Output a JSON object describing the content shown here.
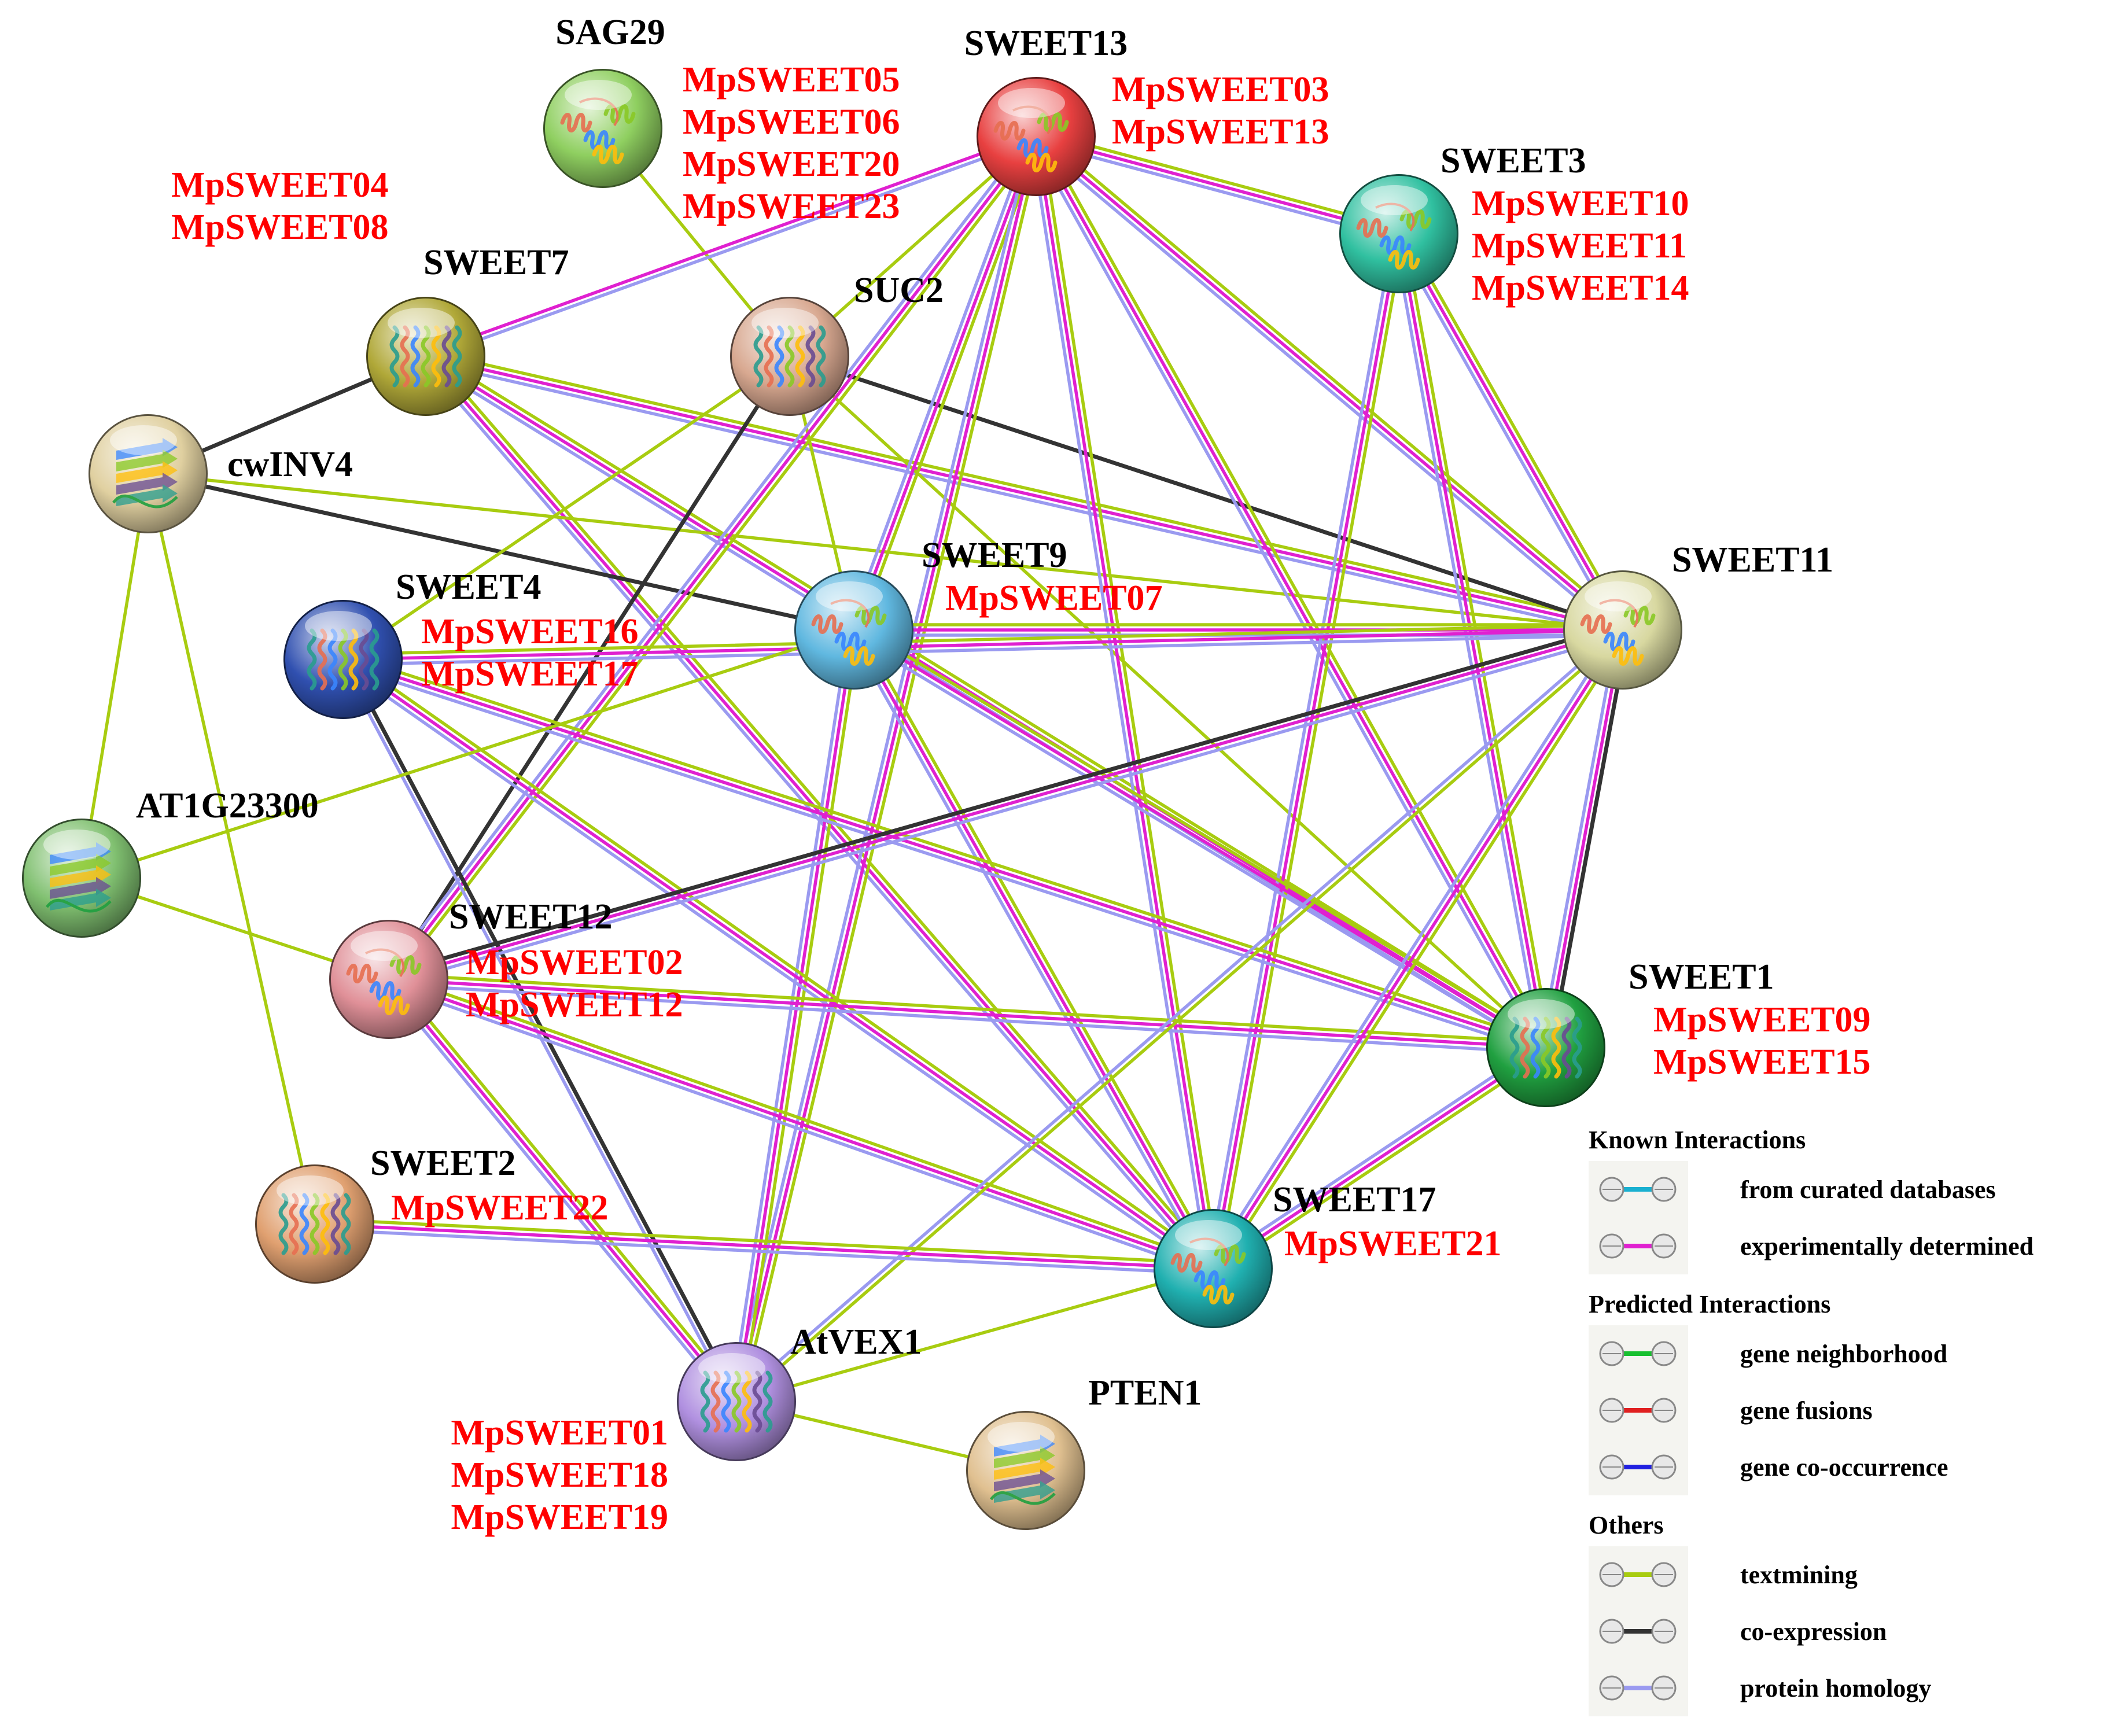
{
  "colors": {
    "curated": "#1ab0d0",
    "experimental": "#e020d0",
    "neighborhood": "#18c030",
    "fusion": "#e02020",
    "cooccurrence": "#2020e0",
    "textmining": "#a8cc10",
    "coexpression": "#333333",
    "homology": "#9a9af0"
  },
  "nodes": [
    {
      "id": "SAG29",
      "label": "SAG29",
      "mp": [
        "MpSWEET05",
        "MpSWEET06",
        "MpSWEET20",
        "MpSWEET23"
      ],
      "color": "#8fcf60",
      "structure": "helix"
    },
    {
      "id": "SWEET13",
      "label": "SWEET13",
      "mp": [
        "MpSWEET03",
        "MpSWEET13"
      ],
      "color": "#e84040",
      "structure": "helix"
    },
    {
      "id": "SWEET3",
      "label": "SWEET3",
      "mp": [
        "MpSWEET10",
        "MpSWEET11",
        "MpSWEET14"
      ],
      "color": "#30c0a0",
      "structure": "helix"
    },
    {
      "id": "SWEET7",
      "label": "SWEET7",
      "mp": [
        "MpSWEET04",
        "MpSWEET08"
      ],
      "color": "#b0a838",
      "structure": "bundle"
    },
    {
      "id": "SUC2",
      "label": "SUC2",
      "mp": [],
      "color": "#d8a890",
      "structure": "bundle"
    },
    {
      "id": "cwINV4",
      "label": "cwINV4",
      "mp": [],
      "color": "#e0d0a0",
      "structure": "sheet"
    },
    {
      "id": "SWEET9",
      "label": "SWEET9",
      "mp": [
        "MpSWEET07"
      ],
      "color": "#60b8e0",
      "structure": "helix"
    },
    {
      "id": "SWEET11",
      "label": "SWEET11",
      "mp": [],
      "color": "#d8d8a0",
      "structure": "helix"
    },
    {
      "id": "SWEET4",
      "label": "SWEET4",
      "mp": [
        "MpSWEET16",
        "MpSWEET17"
      ],
      "color": "#3050b0",
      "structure": "bundle"
    },
    {
      "id": "AT1G23300",
      "label": "AT1G23300",
      "mp": [],
      "color": "#80c070",
      "structure": "sheet"
    },
    {
      "id": "SWEET12",
      "label": "SWEET12",
      "mp": [
        "MpSWEET02",
        "MpSWEET12"
      ],
      "color": "#e09098",
      "structure": "helix"
    },
    {
      "id": "SWEET1",
      "label": "SWEET1",
      "mp": [
        "MpSWEET09",
        "MpSWEET15"
      ],
      "color": "#20a040",
      "structure": "bundle"
    },
    {
      "id": "SWEET2",
      "label": "SWEET2",
      "mp": [
        "MpSWEET22"
      ],
      "color": "#e0a070",
      "structure": "bundle"
    },
    {
      "id": "SWEET17",
      "label": "SWEET17",
      "mp": [
        "MpSWEET21"
      ],
      "color": "#20b0b0",
      "structure": "helix"
    },
    {
      "id": "AtVEX1",
      "label": "AtVEX1",
      "mp": [
        "MpSWEET01",
        "MpSWEET18",
        "MpSWEET19"
      ],
      "color": "#b090e0",
      "structure": "bundle"
    },
    {
      "id": "PTEN1",
      "label": "PTEN1",
      "mp": [],
      "color": "#e0c090",
      "structure": "sheet"
    }
  ],
  "edges": [
    {
      "a": "SAG29",
      "b": "SUC2",
      "types": [
        "textmining"
      ]
    },
    {
      "a": "SWEET7",
      "b": "SWEET13",
      "types": [
        "experimental",
        "homology"
      ]
    },
    {
      "a": "SWEET7",
      "b": "SWEET11",
      "types": [
        "textmining",
        "experimental",
        "homology"
      ]
    },
    {
      "a": "SWEET7",
      "b": "SWEET1",
      "types": [
        "textmining",
        "experimental",
        "homology"
      ]
    },
    {
      "a": "SWEET7",
      "b": "SWEET17",
      "types": [
        "textmining",
        "experimental",
        "homology"
      ]
    },
    {
      "a": "SWEET7",
      "b": "cwINV4",
      "types": [
        "coexpression"
      ]
    },
    {
      "a": "cwINV4",
      "b": "SWEET11",
      "types": [
        "textmining"
      ]
    },
    {
      "a": "cwINV4",
      "b": "SWEET9",
      "types": [
        "coexpression"
      ]
    },
    {
      "a": "cwINV4",
      "b": "AT1G23300",
      "types": [
        "textmining"
      ]
    },
    {
      "a": "cwINV4",
      "b": "SWEET2",
      "types": [
        "textmining"
      ]
    },
    {
      "a": "SUC2",
      "b": "SWEET13",
      "types": [
        "textmining"
      ]
    },
    {
      "a": "SUC2",
      "b": "SWEET11",
      "types": [
        "coexpression"
      ]
    },
    {
      "a": "SUC2",
      "b": "SWEET9",
      "types": [
        "textmining"
      ]
    },
    {
      "a": "SUC2",
      "b": "SWEET4",
      "types": [
        "textmining"
      ]
    },
    {
      "a": "SUC2",
      "b": "SWEET12",
      "types": [
        "coexpression"
      ]
    },
    {
      "a": "SUC2",
      "b": "SWEET1",
      "types": [
        "textmining"
      ]
    },
    {
      "a": "SWEET13",
      "b": "SWEET3",
      "types": [
        "textmining",
        "experimental",
        "homology"
      ]
    },
    {
      "a": "SWEET13",
      "b": "SWEET11",
      "types": [
        "textmining",
        "experimental",
        "homology"
      ]
    },
    {
      "a": "SWEET13",
      "b": "SWEET9",
      "types": [
        "textmining",
        "experimental",
        "homology"
      ]
    },
    {
      "a": "SWEET13",
      "b": "SWEET1",
      "types": [
        "textmining",
        "experimental",
        "homology"
      ]
    },
    {
      "a": "SWEET13",
      "b": "SWEET17",
      "types": [
        "textmining",
        "experimental",
        "homology"
      ]
    },
    {
      "a": "SWEET13",
      "b": "SWEET12",
      "types": [
        "textmining",
        "experimental",
        "homology"
      ]
    },
    {
      "a": "SWEET13",
      "b": "AtVEX1",
      "types": [
        "textmining",
        "experimental",
        "homology"
      ]
    },
    {
      "a": "SWEET3",
      "b": "SWEET11",
      "types": [
        "textmining",
        "experimental",
        "homology"
      ]
    },
    {
      "a": "SWEET3",
      "b": "SWEET17",
      "types": [
        "textmining",
        "experimental",
        "homology"
      ]
    },
    {
      "a": "SWEET3",
      "b": "SWEET1",
      "types": [
        "textmining",
        "experimental",
        "homology"
      ]
    },
    {
      "a": "SWEET9",
      "b": "SWEET11",
      "types": [
        "textmining",
        "experimental",
        "homology"
      ]
    },
    {
      "a": "SWEET9",
      "b": "SWEET1",
      "types": [
        "textmining",
        "experimental",
        "homology"
      ]
    },
    {
      "a": "SWEET9",
      "b": "SWEET17",
      "types": [
        "textmining",
        "experimental",
        "homology"
      ]
    },
    {
      "a": "SWEET9",
      "b": "AtVEX1",
      "types": [
        "textmining",
        "experimental",
        "homology"
      ]
    },
    {
      "a": "SWEET4",
      "b": "SWEET11",
      "types": [
        "textmining",
        "experimental",
        "homology"
      ]
    },
    {
      "a": "SWEET4",
      "b": "SWEET17",
      "types": [
        "textmining",
        "experimental",
        "homology"
      ]
    },
    {
      "a": "SWEET4",
      "b": "SWEET1",
      "types": [
        "textmining",
        "experimental",
        "homology"
      ]
    },
    {
      "a": "SWEET4",
      "b": "AtVEX1",
      "types": [
        "coexpression",
        "homology"
      ]
    },
    {
      "a": "AT1G23300",
      "b": "SWEET9",
      "types": [
        "textmining"
      ]
    },
    {
      "a": "AT1G23300",
      "b": "SWEET12",
      "types": [
        "textmining"
      ]
    },
    {
      "a": "SWEET12",
      "b": "SWEET11",
      "types": [
        "coexpression",
        "experimental",
        "homology"
      ]
    },
    {
      "a": "SWEET12",
      "b": "SWEET17",
      "types": [
        "textmining",
        "experimental",
        "homology"
      ]
    },
    {
      "a": "SWEET12",
      "b": "SWEET1",
      "types": [
        "textmining",
        "experimental",
        "homology"
      ]
    },
    {
      "a": "SWEET12",
      "b": "AtVEX1",
      "types": [
        "textmining",
        "experimental",
        "homology"
      ]
    },
    {
      "a": "SWEET11",
      "b": "SWEET1",
      "types": [
        "coexpression",
        "experimental",
        "homology"
      ]
    },
    {
      "a": "SWEET11",
      "b": "SWEET17",
      "types": [
        "textmining",
        "experimental",
        "homology"
      ]
    },
    {
      "a": "SWEET11",
      "b": "AtVEX1",
      "types": [
        "textmining",
        "homology"
      ]
    },
    {
      "a": "SWEET1",
      "b": "SWEET17",
      "types": [
        "textmining",
        "experimental",
        "homology"
      ]
    },
    {
      "a": "SWEET2",
      "b": "SWEET17",
      "types": [
        "textmining",
        "experimental",
        "homology"
      ]
    },
    {
      "a": "AtVEX1",
      "b": "SWEET17",
      "types": [
        "textmining"
      ]
    },
    {
      "a": "AtVEX1",
      "b": "PTEN1",
      "types": [
        "textmining"
      ]
    }
  ],
  "legend": {
    "known_title": "Known Interactions",
    "known_items": [
      {
        "label": "from curated databases",
        "color_key": "curated"
      },
      {
        "label": "experimentally determined",
        "color_key": "experimental"
      }
    ],
    "predicted_title": "Predicted Interactions",
    "predicted_items": [
      {
        "label": "gene neighborhood",
        "color_key": "neighborhood"
      },
      {
        "label": "gene fusions",
        "color_key": "fusion"
      },
      {
        "label": "gene co-occurrence",
        "color_key": "cooccurrence"
      }
    ],
    "others_title": "Others",
    "others_items": [
      {
        "label": "textmining",
        "color_key": "textmining"
      },
      {
        "label": "co-expression",
        "color_key": "coexpression"
      },
      {
        "label": "protein homology",
        "color_key": "homology"
      }
    ]
  }
}
